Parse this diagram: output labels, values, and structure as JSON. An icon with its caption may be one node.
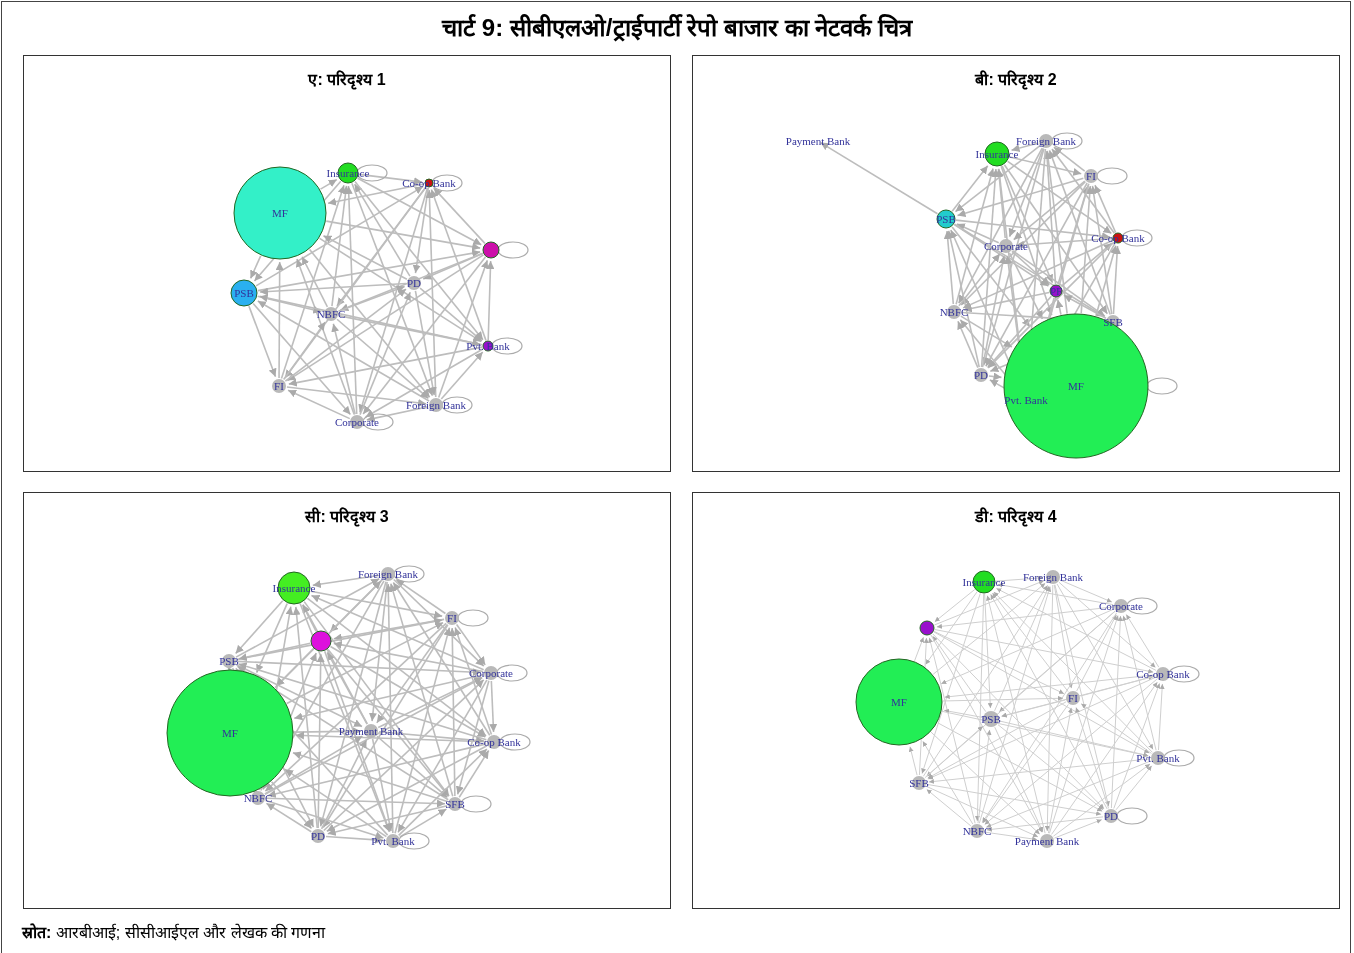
{
  "diagram": {
    "title": "चार्ट 9: सीबीएलओ/ट्राईपार्टी रेपो बाजार का नेटवर्क चित्र",
    "nodes": [
      {
        "text": [
          "ए: परिदृश्य 1"
        ]
      },
      {
        "text": [
          "बी: परिदृश्य 2"
        ]
      },
      {
        "text": [
          "सी: परिदृश्य 3"
        ]
      },
      {
        "text": [
          "डी: परिदृश्य 4"
        ]
      }
    ],
    "labels": [
      "Insurance",
      "Co-op Bank",
      "MF",
      "PD",
      "PSB",
      "NBFC",
      "Pvt. Bank",
      "FI",
      "Foreign Bank",
      "Corporate",
      "Payment Bank",
      "Foreign Bank",
      "Insurance",
      "FI",
      "PSB",
      "Co-op Bank",
      "Corporate",
      "PF",
      "NBFC",
      "SFB",
      "PD",
      "MF",
      "Pvt. Bank",
      "Foreign Bank",
      "Insurance",
      "FI",
      "PSB",
      "Corporate",
      "MF",
      "Payment Bank",
      "Co-op Bank",
      "NBFC",
      "SFB",
      "PD",
      "Pvt. Bank",
      "Insurance",
      "Foreign Bank",
      "Corporate",
      "Co-op Bank",
      "MF",
      "FI",
      "PSB",
      "Pvt. Bank",
      "SFB",
      "PD",
      "NBFC",
      "Payment Bank",
      "**स्रोत:** आरबीआई; सीसीआईएल और लेखक की गणना"
    ]
  }
}
